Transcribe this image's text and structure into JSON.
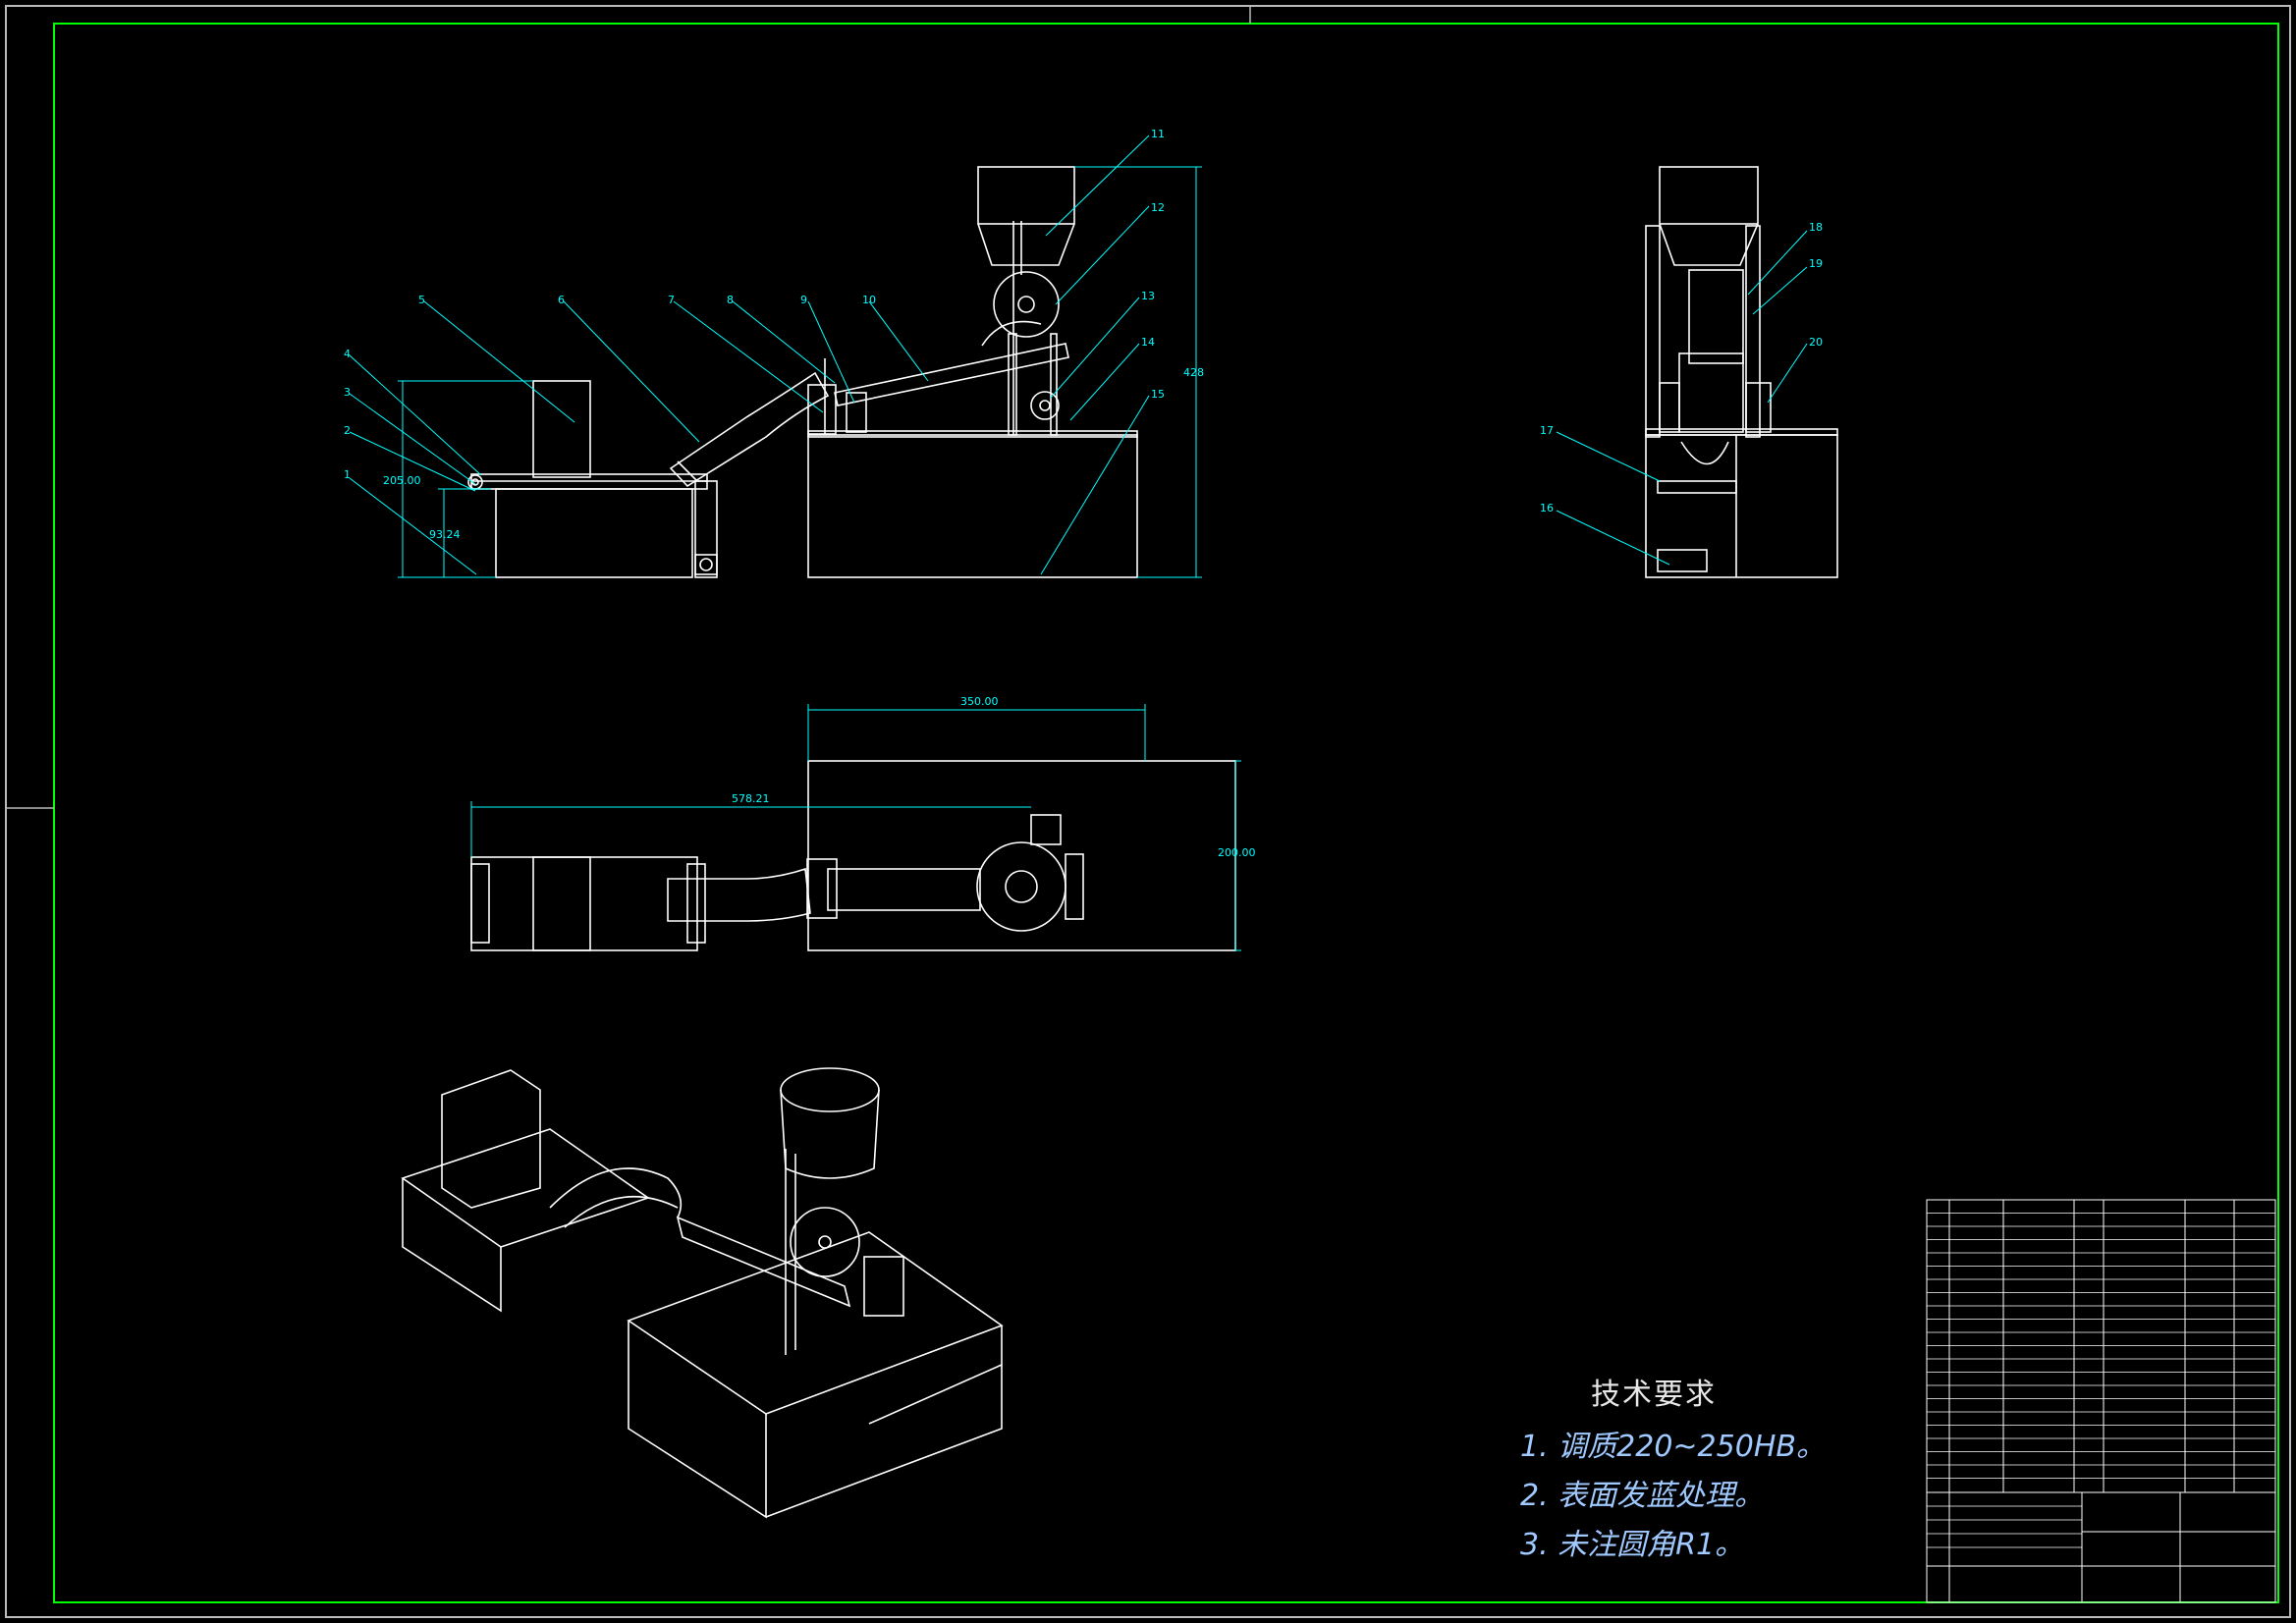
{
  "dimensions": {
    "d205": "205.00",
    "d93": "93.24",
    "d428": "428",
    "d350": "350.00",
    "d578": "578.21",
    "d200": "200.00"
  },
  "balloons": [
    "1",
    "2",
    "3",
    "4",
    "5",
    "6",
    "7",
    "8",
    "9",
    "10",
    "11",
    "12",
    "13",
    "14",
    "15",
    "16",
    "17",
    "18",
    "19",
    "20"
  ],
  "tech": {
    "title": "技术要求",
    "items": [
      "1. 调质220~250HB。",
      "2. 表面发蓝处理。",
      "3. 未注圆角R1。"
    ]
  },
  "colors": {
    "background": "#000000",
    "frame": "#00ff00",
    "geometry": "#ffffff",
    "annotation": "#00ffff"
  }
}
